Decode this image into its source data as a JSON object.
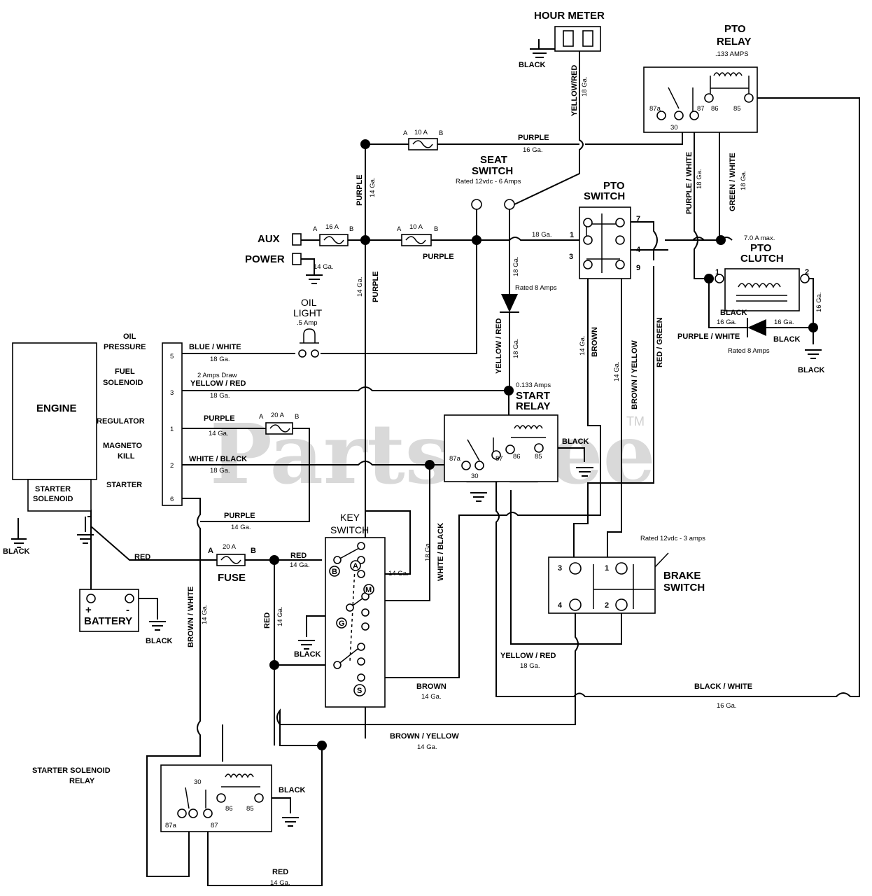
{
  "watermark": {
    "text": "PartsTree",
    "tm": "TM"
  },
  "components": {
    "hour_meter": "HOUR METER",
    "pto_relay": [
      "PTO",
      "RELAY"
    ],
    "pto_relay_rating": ".133 AMPS",
    "seat_switch": [
      "SEAT",
      "SWITCH"
    ],
    "seat_switch_rating": "Rated 12vdc - 6 Amps",
    "pto_switch": [
      "PTO",
      "SWITCH"
    ],
    "pto_clutch": [
      "PTO",
      "CLUTCH"
    ],
    "pto_clutch_rating": "7.0 A max.",
    "aux": "AUX",
    "power": "POWER",
    "oil_light": [
      "OIL",
      "LIGHT"
    ],
    "oil_light_rating": ".5 Amp",
    "engine": "ENGINE",
    "starter_solenoid": [
      "STARTER",
      "SOLENOID"
    ],
    "start_relay": [
      "START",
      "RELAY"
    ],
    "start_relay_rating": "0.133 Amps",
    "key_switch": [
      "KEY",
      "SWITCH"
    ],
    "brake_switch": [
      "BRAKE",
      "SWITCH"
    ],
    "brake_switch_rating": "Rated 12vdc - 3 amps",
    "battery": "BATTERY",
    "fuse": "FUSE",
    "starter_solenoid_relay": [
      "STARTER SOLENOID",
      "RELAY"
    ]
  },
  "engine_terminals": [
    {
      "label": [
        "OIL",
        "PRESSURE"
      ],
      "pin": "5"
    },
    {
      "label": [
        "FUEL",
        "SOLENOID"
      ],
      "pin": "3"
    },
    {
      "label": [
        "REGULATOR"
      ],
      "pin": "1"
    },
    {
      "label": [
        "MAGNETO",
        "KILL"
      ],
      "pin": "2"
    },
    {
      "label": [
        "STARTER"
      ],
      "pin": "6"
    }
  ],
  "fuses": [
    {
      "rating": "10 A",
      "a": "A",
      "b": "B"
    },
    {
      "rating": "16 A",
      "a": "A",
      "b": "B"
    },
    {
      "rating": "10 A",
      "a": "A",
      "b": "B"
    },
    {
      "rating": "20 A",
      "a": "A",
      "b": "B"
    },
    {
      "rating": "20 A",
      "a": "A",
      "b": "B"
    }
  ],
  "relay_pins": {
    "pto_relay": [
      "87a",
      "30",
      "87",
      "86",
      "85"
    ],
    "start_relay": [
      "87a",
      "30",
      "87",
      "86",
      "85"
    ],
    "solenoid_relay": [
      "30",
      "87a",
      "87",
      "86",
      "85"
    ]
  },
  "switch_pins": {
    "pto": [
      "1",
      "3",
      "7",
      "4",
      "9"
    ],
    "brake": [
      "3",
      "1",
      "4",
      "2"
    ],
    "clutch": [
      "1",
      "2"
    ],
    "key": [
      "A",
      "B",
      "M",
      "G",
      "S"
    ]
  },
  "wire_labels": {
    "black": "BLACK",
    "yellow_red_v": "YELLOW/RED",
    "ga18": "18 Ga.",
    "ga14": "14 Ga.",
    "ga16": "16 Ga.",
    "purple": "PURPLE",
    "purple_white": "PURPLE / WHITE",
    "green_white": "GREEN / WHITE",
    "blue_white": "BLUE / WHITE",
    "draw": "2 Amps Draw",
    "yellow_red": "YELLOW / RED",
    "white_black": "WHITE / BLACK",
    "brown": "BROWN",
    "brown_yellow": "BROWN / YELLOW",
    "red_green": "RED / GREEN",
    "red": "RED",
    "brown_white": "BROWN / WHITE",
    "black_white": "BLACK / WHITE",
    "rated_8": "Rated 8 Amps",
    "rated_8b": "Rated 8 Amps"
  }
}
